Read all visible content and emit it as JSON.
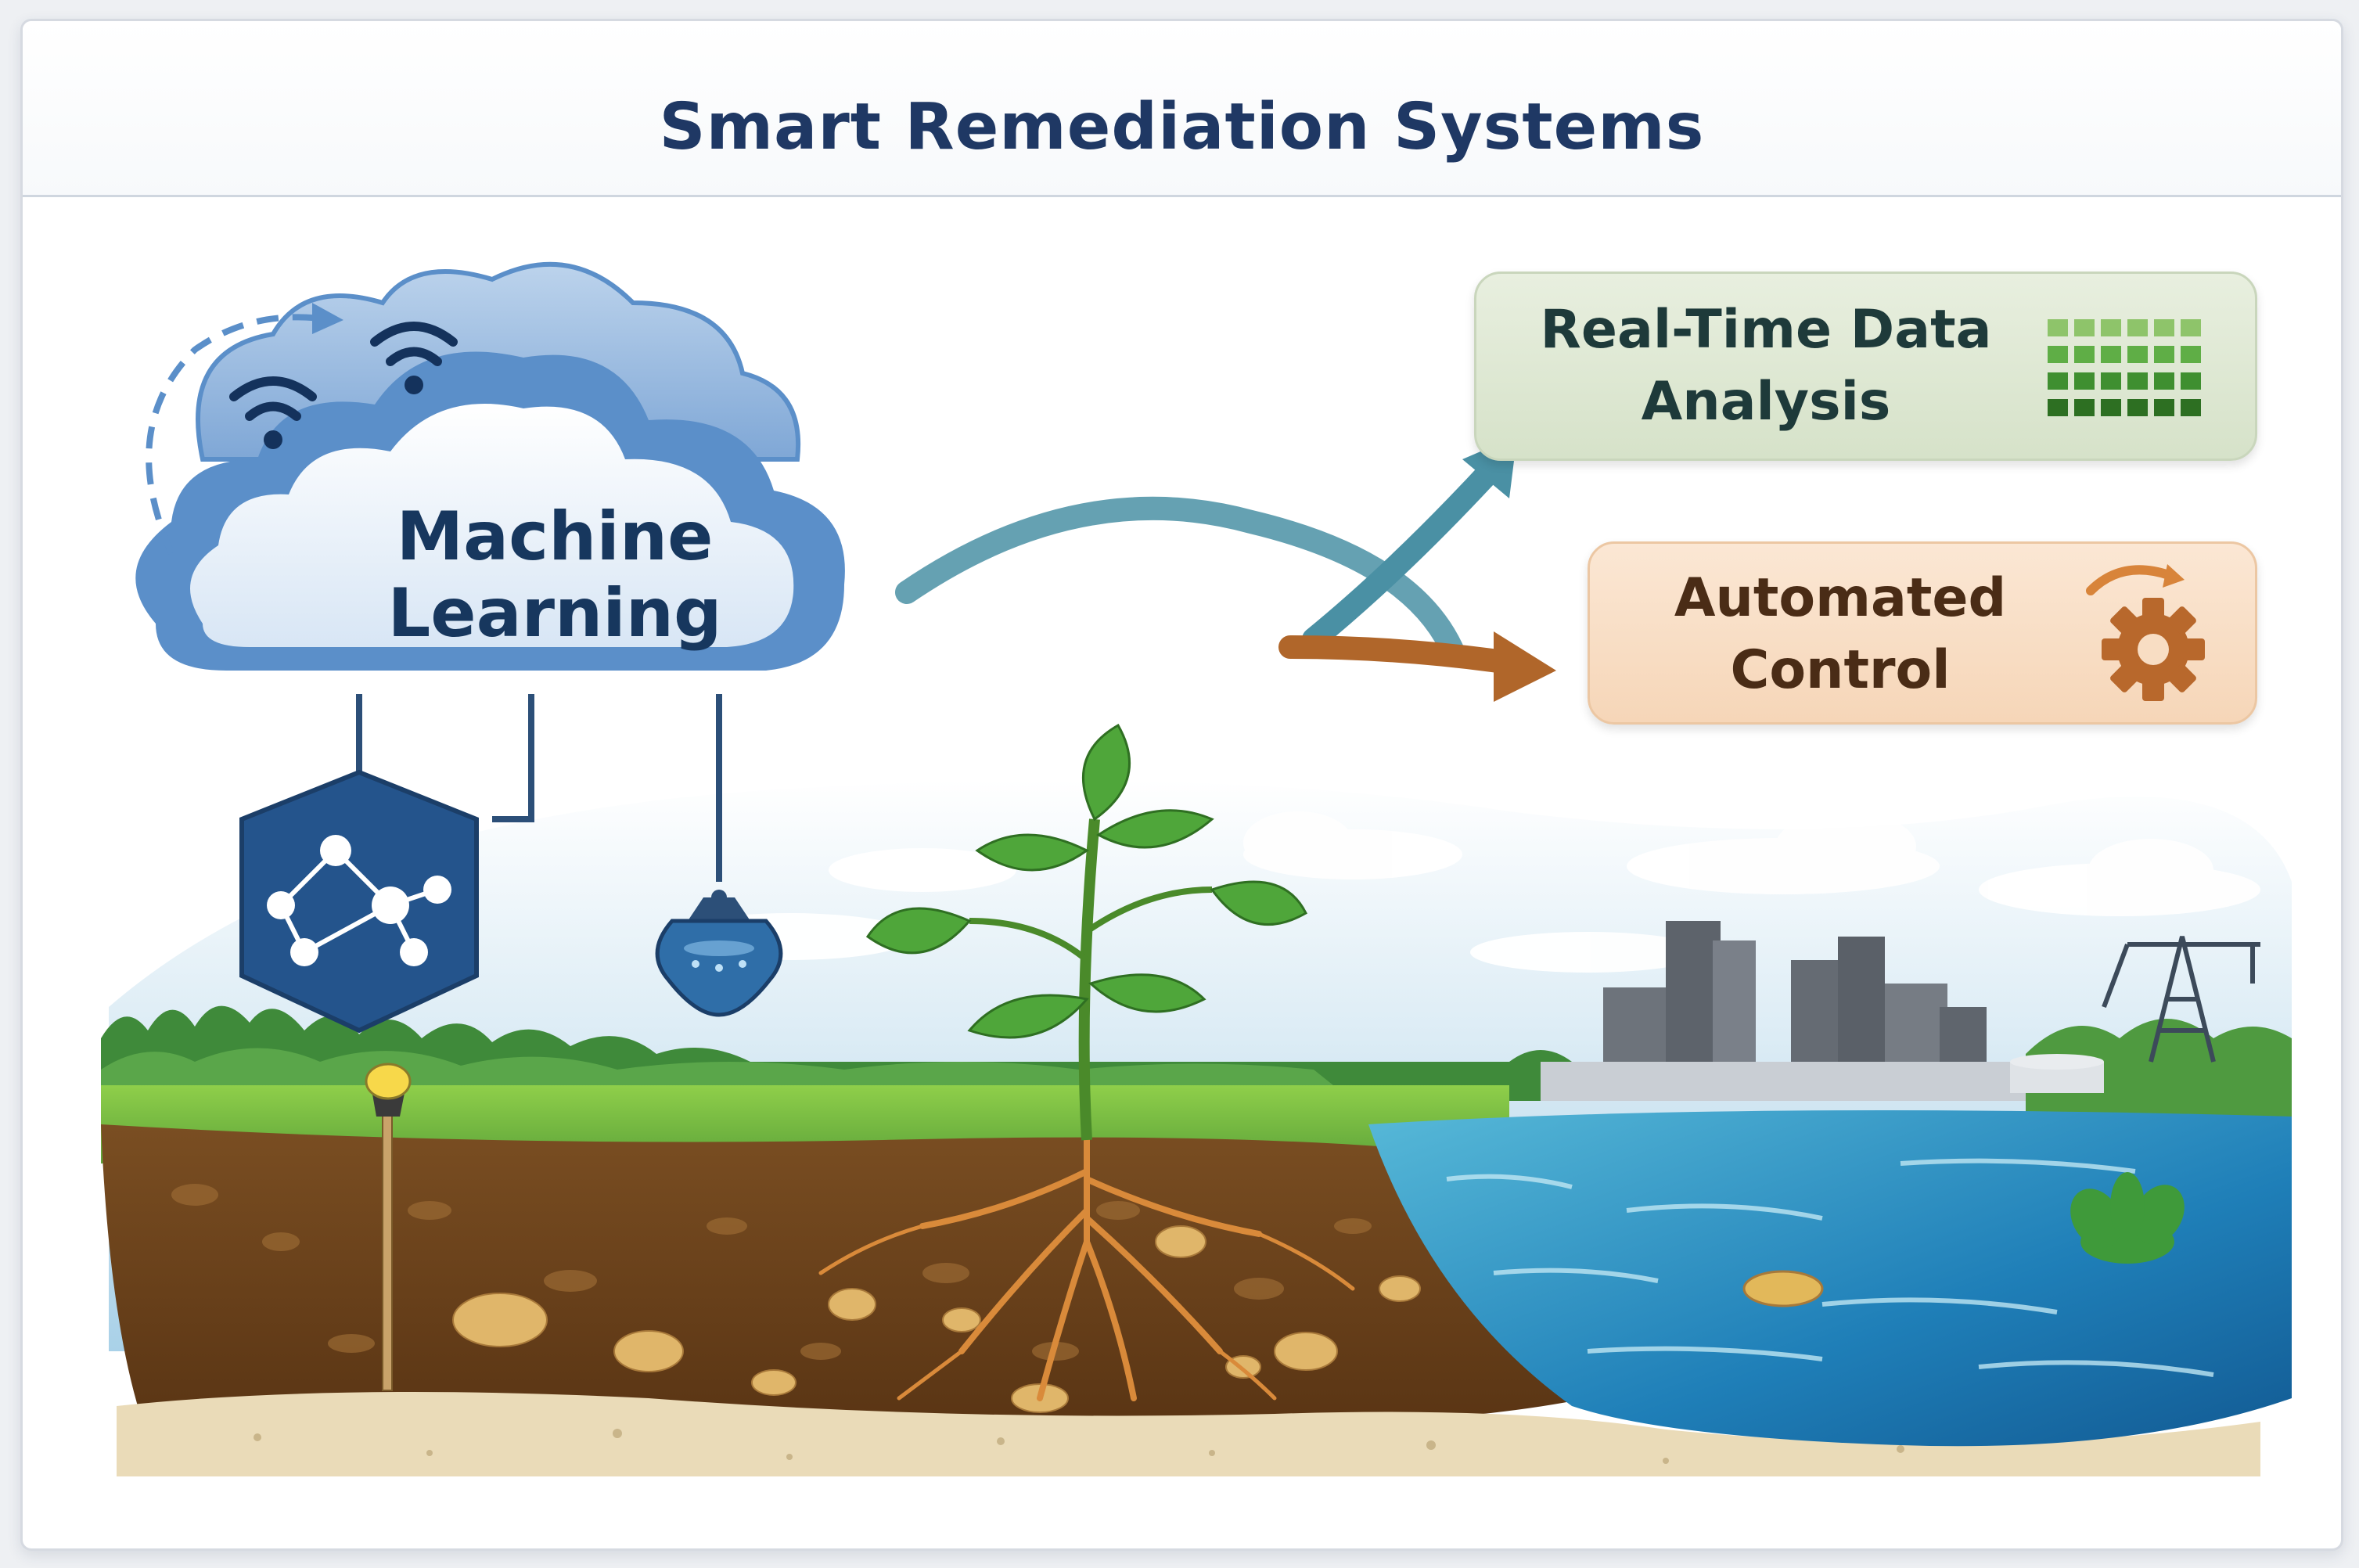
{
  "title": "Smart Remediation Systems",
  "nodes": {
    "machine_learning": "Machine Learning",
    "real_time_data_analysis": "Real-Time Data Analysis",
    "automated_control": "Automated Control"
  },
  "icons": [
    "wifi-icon",
    "network-graph-icon",
    "water-sensor-icon",
    "data-grid-icon",
    "gear-icon",
    "soil-probe-icon"
  ],
  "colors": {
    "title": "#1f3864",
    "cloud": "#5b8fc9",
    "analysis_box": "#dfe9d4",
    "control_box": "#f8ddc3",
    "arrow_teal": "#4a90a4",
    "arrow_brown": "#b0662a",
    "gear": "#b8682c",
    "grid_green": "#4a9a3a"
  }
}
